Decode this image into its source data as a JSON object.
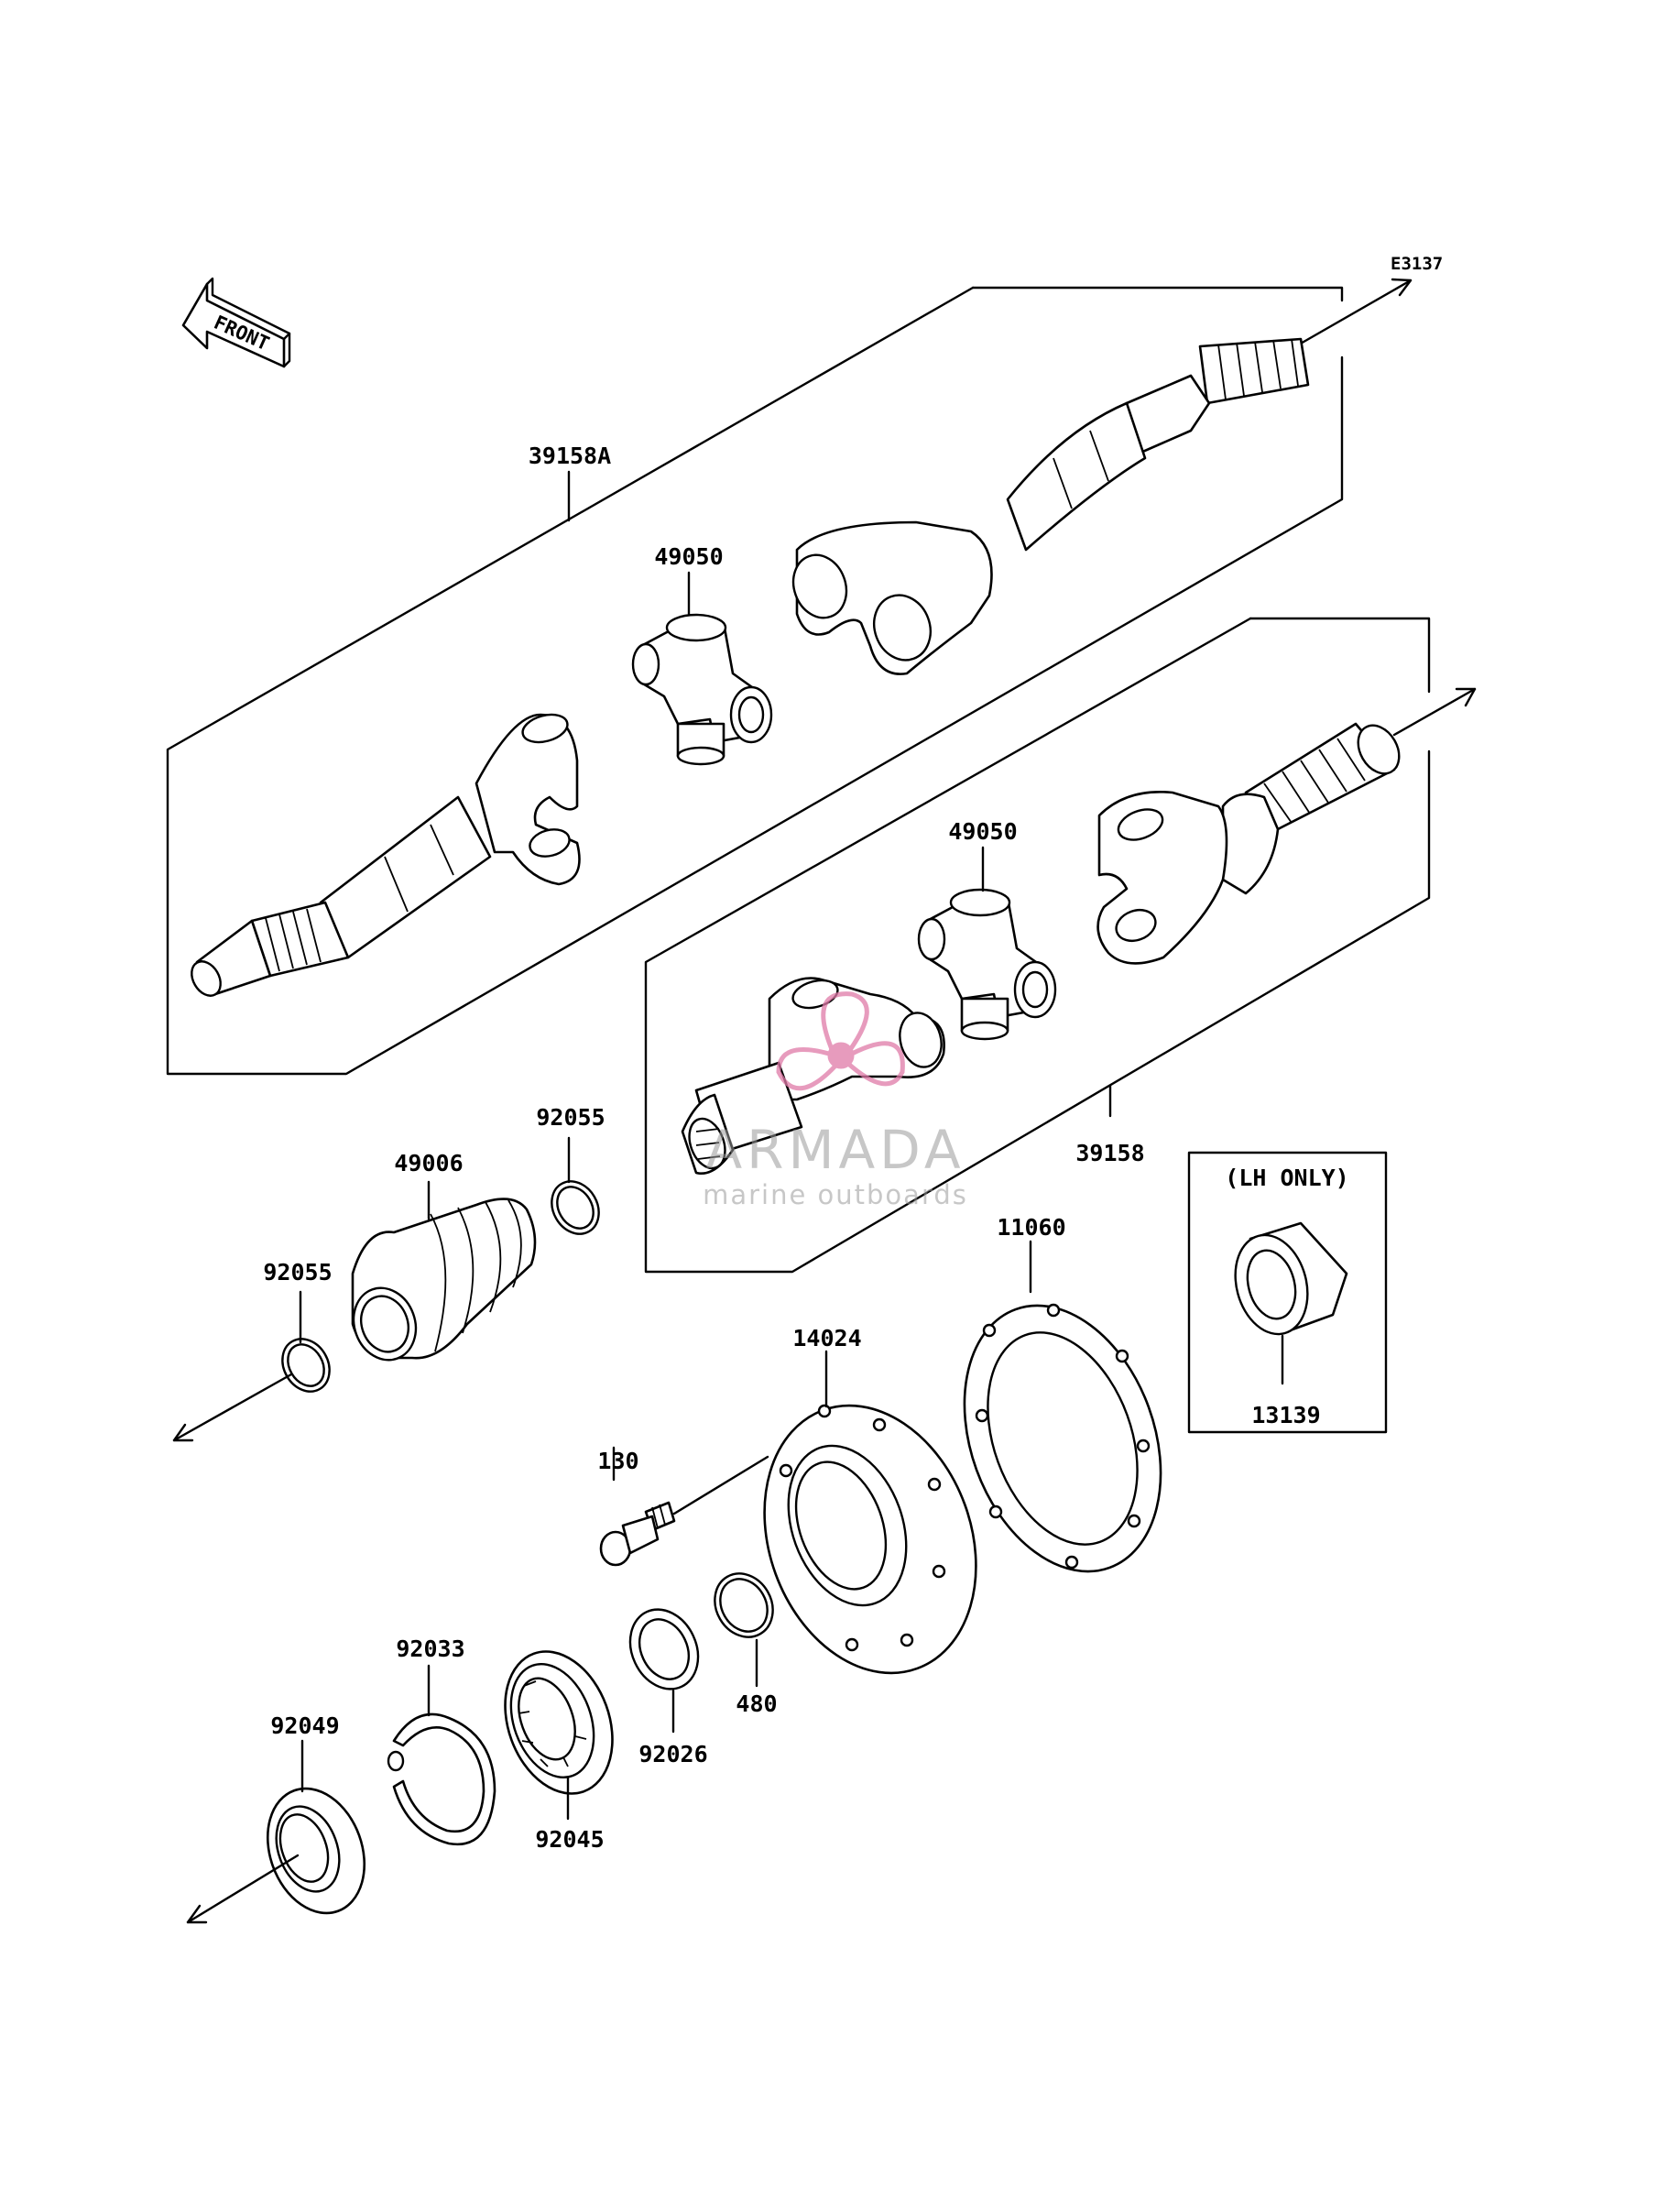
{
  "diagram": {
    "code": "E3137",
    "front_label": "FRONT",
    "lh_only_label": "(LH ONLY)",
    "callouts": {
      "shaft_assy_a": "39158A",
      "joint_a": "49050",
      "joint_b": "49050",
      "shaft_assy_b": "39158",
      "ring_top": "92055",
      "boot": "49006",
      "ring_left": "92055",
      "gasket": "11060",
      "housing": "14024",
      "collar": "13139",
      "bolt": "130",
      "circlip_small": "480",
      "washer": "92026",
      "snap_ring": "92033",
      "bearing": "92045",
      "oil_seal": "92049"
    }
  },
  "watermark": {
    "brand": "ARMADA",
    "tagline": "marine outboards",
    "colors": {
      "text": "#9a9a9a",
      "logo": "#e07aa8"
    }
  }
}
